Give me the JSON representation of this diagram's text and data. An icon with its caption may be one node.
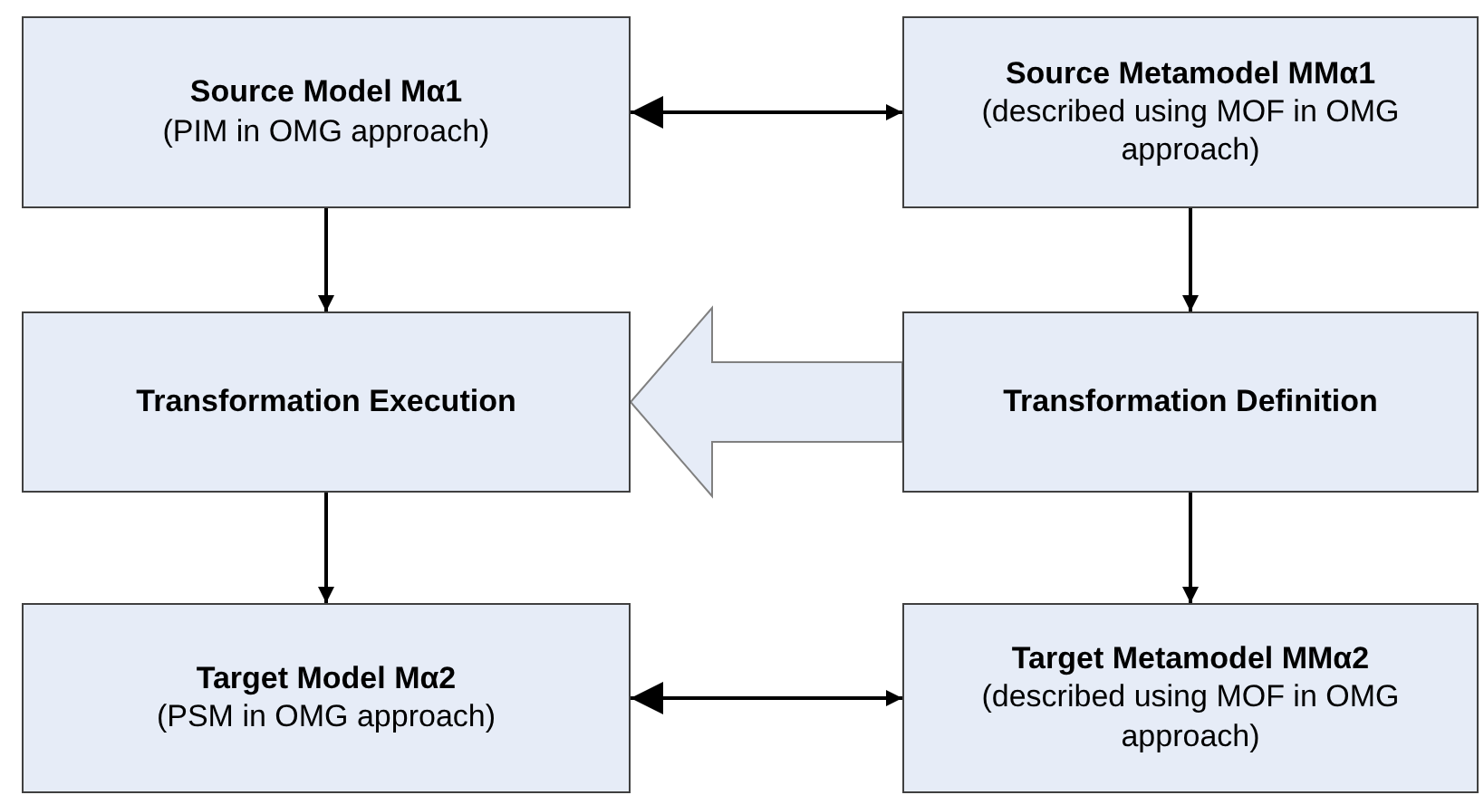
{
  "diagram": {
    "nodes": [
      {
        "text": [
          "Source Model Mα1",
          "(PIM in OMG approach)"
        ]
      },
      {
        "text": [
          "Source Metamodel MMα1",
          "(described using MOF in OMG approach)"
        ]
      },
      {
        "text": [
          "Transformation Execution"
        ]
      },
      {
        "text": [
          "Transformation Definition"
        ]
      },
      {
        "text": [
          "Target Model Mα2",
          "(PSM in OMG approach)"
        ]
      },
      {
        "text": [
          "Target Metamodel MMα2",
          "(described using MOF in OMG approach)"
        ]
      }
    ],
    "edges": [
      {
        "from": 0,
        "to": 1,
        "arrow": "both"
      },
      {
        "from": 0,
        "to": 2,
        "arrow": "to"
      },
      {
        "from": 1,
        "to": 3,
        "arrow": "to"
      },
      {
        "from": 3,
        "to": 2,
        "arrow": "to",
        "style": "thick"
      },
      {
        "from": 2,
        "to": 4,
        "arrow": "to"
      },
      {
        "from": 3,
        "to": 5,
        "arrow": "to"
      },
      {
        "from": 4,
        "to": 5,
        "arrow": "both"
      }
    ]
  }
}
